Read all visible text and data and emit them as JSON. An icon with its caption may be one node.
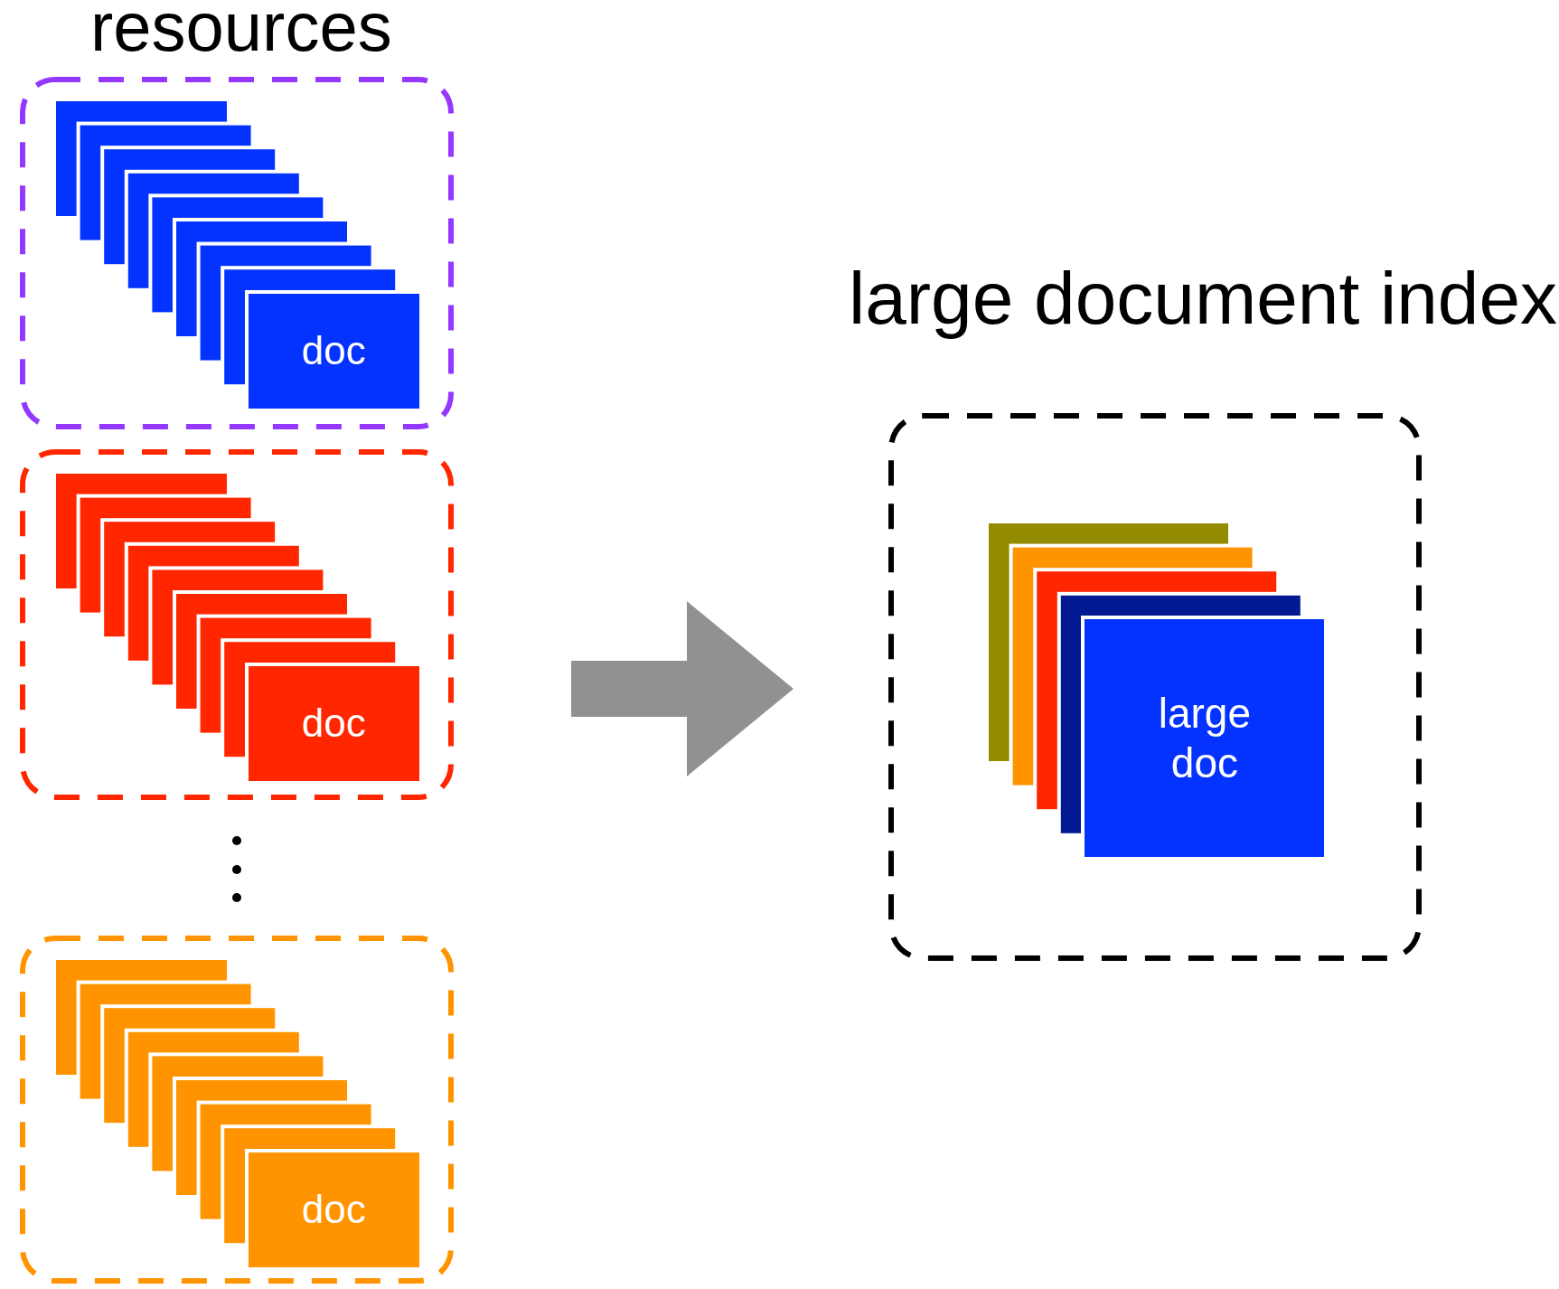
{
  "diagram": {
    "nodes": [
      {
        "text": [],
        "shape": "box"
      },
      {
        "text": [
          "doc"
        ],
        "in": 0
      },
      {
        "text": [],
        "shape": "box"
      },
      {
        "text": [
          "doc"
        ],
        "in": 2
      },
      {
        "text": [],
        "shape": "box"
      },
      {
        "text": [
          "doc"
        ],
        "in": 4
      },
      {
        "text": [
          "large document index"
        ]
      },
      {
        "text": [
          "large doc"
        ],
        "in": 6
      }
    ],
    "edges": [
      {
        "from": 2,
        "to": 6,
        "arrow": "to",
        "style": "thick",
        "color": "#919191"
      }
    ],
    "labels": [
      "resources"
    ]
  }
}
